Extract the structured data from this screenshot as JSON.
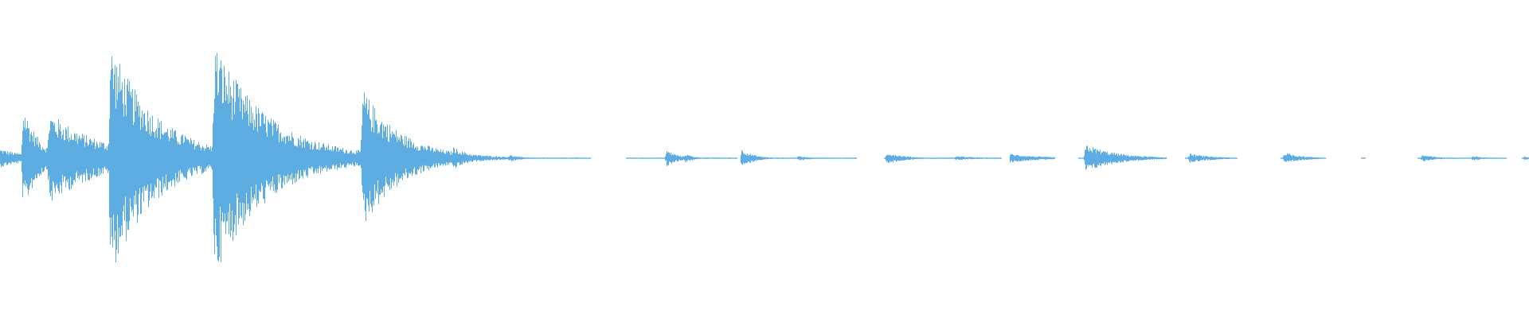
{
  "waveform": {
    "color": "#5dade2",
    "background": "#ffffff",
    "bursts": [
      {
        "t": 0.0,
        "amp": 0.08,
        "decay": 0.02
      },
      {
        "t": 0.015,
        "amp": 0.47,
        "decay": 0.01
      },
      {
        "t": 0.032,
        "amp": 0.4,
        "decay": 0.035
      },
      {
        "t": 0.072,
        "amp": 1.0,
        "decay": 0.03
      },
      {
        "t": 0.12,
        "amp": 0.26,
        "decay": 0.006
      },
      {
        "t": 0.14,
        "amp": 1.0,
        "decay": 0.035
      },
      {
        "t": 0.196,
        "amp": 0.03,
        "decay": 0.006
      },
      {
        "t": 0.22,
        "amp": 0.05,
        "decay": 0.008
      },
      {
        "t": 0.237,
        "amp": 0.6,
        "decay": 0.025
      },
      {
        "t": 0.284,
        "amp": 0.06,
        "decay": 0.012
      },
      {
        "t": 0.296,
        "amp": 0.1,
        "decay": 0.012
      },
      {
        "t": 0.333,
        "amp": 0.03,
        "decay": 0.008
      },
      {
        "t": 0.436,
        "amp": 0.07,
        "decay": 0.008
      },
      {
        "t": 0.448,
        "amp": 0.04,
        "decay": 0.006
      },
      {
        "t": 0.485,
        "amp": 0.08,
        "decay": 0.008
      },
      {
        "t": 0.522,
        "amp": 0.02,
        "decay": 0.01
      },
      {
        "t": 0.58,
        "amp": 0.05,
        "decay": 0.012
      },
      {
        "t": 0.625,
        "amp": 0.02,
        "decay": 0.015
      },
      {
        "t": 0.66,
        "amp": 0.04,
        "decay": 0.02
      },
      {
        "t": 0.71,
        "amp": 0.12,
        "decay": 0.02
      },
      {
        "t": 0.737,
        "amp": 0.03,
        "decay": 0.015
      },
      {
        "t": 0.778,
        "amp": 0.04,
        "decay": 0.015
      },
      {
        "t": 0.84,
        "amp": 0.05,
        "decay": 0.012
      },
      {
        "t": 0.93,
        "amp": 0.03,
        "decay": 0.01
      },
      {
        "t": 0.963,
        "amp": 0.02,
        "decay": 0.008
      },
      {
        "t": 0.997,
        "amp": 0.02,
        "decay": 0.004
      }
    ],
    "segments": [
      [
        0.0,
        0.386
      ],
      [
        0.409,
        0.482
      ],
      [
        0.484,
        0.56
      ],
      [
        0.578,
        0.655
      ],
      [
        0.66,
        0.69
      ],
      [
        0.705,
        0.763
      ],
      [
        0.775,
        0.809
      ],
      [
        0.837,
        0.867
      ],
      [
        0.89,
        0.893
      ],
      [
        0.927,
        0.985
      ],
      [
        0.995,
        1.0
      ]
    ],
    "noise_floor": 0.006
  }
}
